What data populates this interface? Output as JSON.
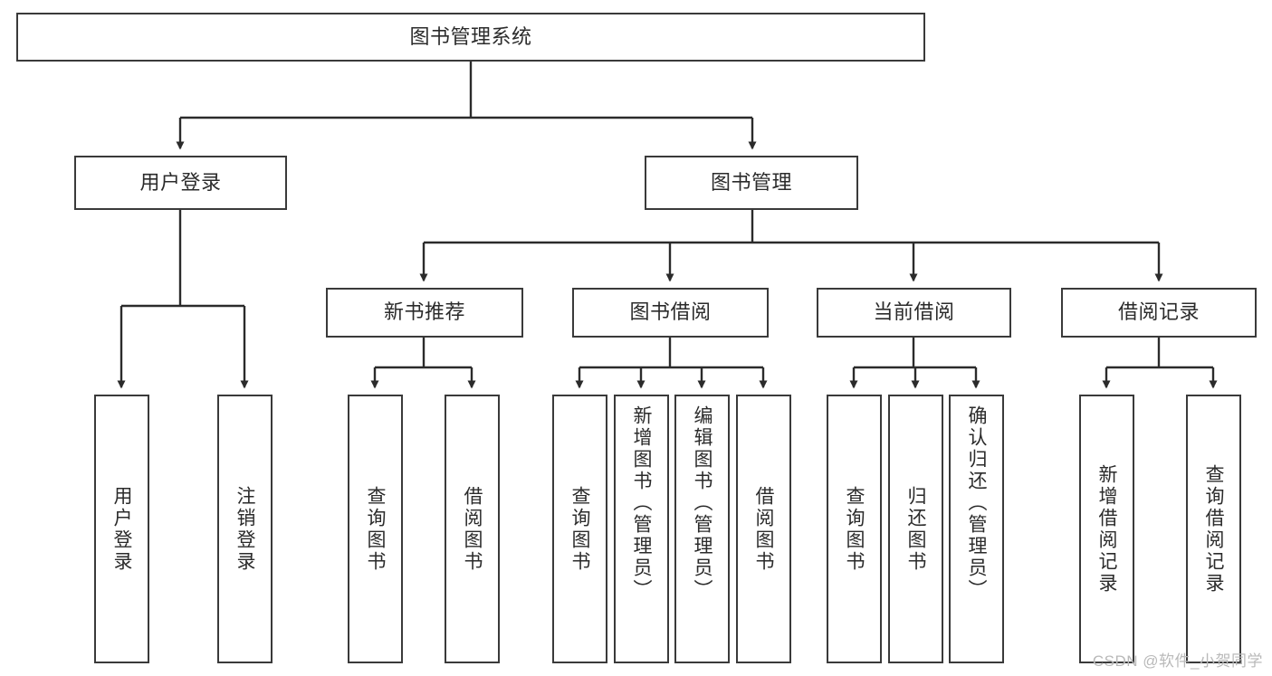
{
  "diagram": {
    "type": "tree",
    "title": "图书管理系统",
    "watermark": "CSDN @软件_小贺同学",
    "nodes": {
      "root": {
        "label": "图书管理系统"
      },
      "level2": [
        {
          "id": "user-login",
          "label": "用户登录"
        },
        {
          "id": "book-management",
          "label": "图书管理"
        }
      ],
      "level3": [
        {
          "id": "new-book-recommend",
          "label": "新书推荐"
        },
        {
          "id": "book-borrow",
          "label": "图书借阅"
        },
        {
          "id": "current-borrow",
          "label": "当前借阅"
        },
        {
          "id": "borrow-record",
          "label": "借阅记录"
        }
      ],
      "leaves": {
        "user_login": [
          {
            "id": "leaf-user-login",
            "label": "用户登录"
          },
          {
            "id": "leaf-logout",
            "label": "注销登录"
          }
        ],
        "new_book_recommend": [
          {
            "id": "leaf-query-book-1",
            "label": "查询图书"
          },
          {
            "id": "leaf-borrow-book-1",
            "label": "借阅图书"
          }
        ],
        "book_borrow": [
          {
            "id": "leaf-query-book-2",
            "label": "查询图书"
          },
          {
            "id": "leaf-add-book",
            "label": "新增图书（管理员）"
          },
          {
            "id": "leaf-edit-book",
            "label": "编辑图书（管理员）"
          },
          {
            "id": "leaf-borrow-book-2",
            "label": "借阅图书"
          }
        ],
        "current_borrow": [
          {
            "id": "leaf-query-book-3",
            "label": "查询图书"
          },
          {
            "id": "leaf-return-book",
            "label": "归还图书"
          },
          {
            "id": "leaf-confirm-return",
            "label": "确认归还（管理员）"
          }
        ],
        "borrow_record": [
          {
            "id": "leaf-add-record",
            "label": "新增借阅记录"
          },
          {
            "id": "leaf-query-record",
            "label": "查询借阅记录"
          }
        ]
      }
    },
    "colors": {
      "stroke": "#3a3a3a",
      "fill": "#ffffff",
      "text": "#2b2b2b",
      "watermark": "#b9b9b9"
    }
  }
}
